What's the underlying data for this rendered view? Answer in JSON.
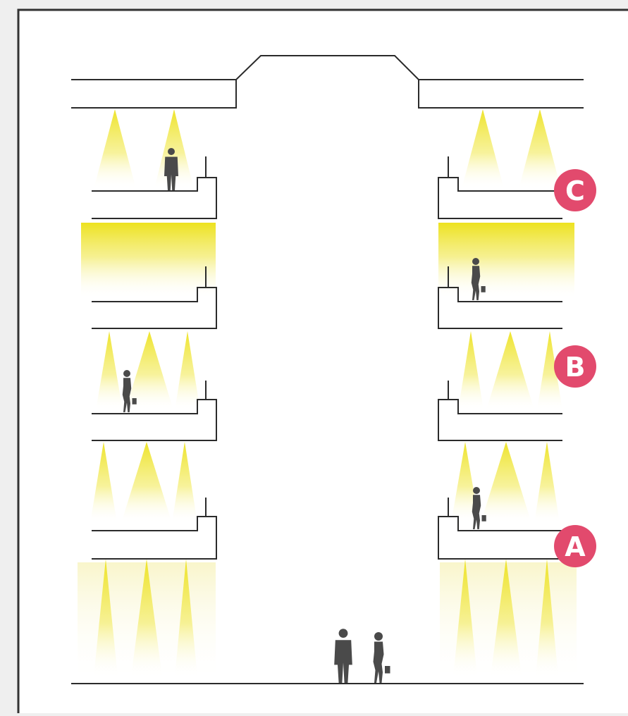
{
  "colors": {
    "background": "#efefef",
    "panel": "#ffffff",
    "outline": "#333333",
    "structure_line": "#2b2b2b",
    "light_yellow": "#ede21f",
    "marker_fill": "#e24a6d",
    "marker_text": "#ffffff",
    "person": "#4a4a4a"
  },
  "markers": [
    {
      "label": "C"
    },
    {
      "label": "B"
    },
    {
      "label": "A"
    }
  ]
}
